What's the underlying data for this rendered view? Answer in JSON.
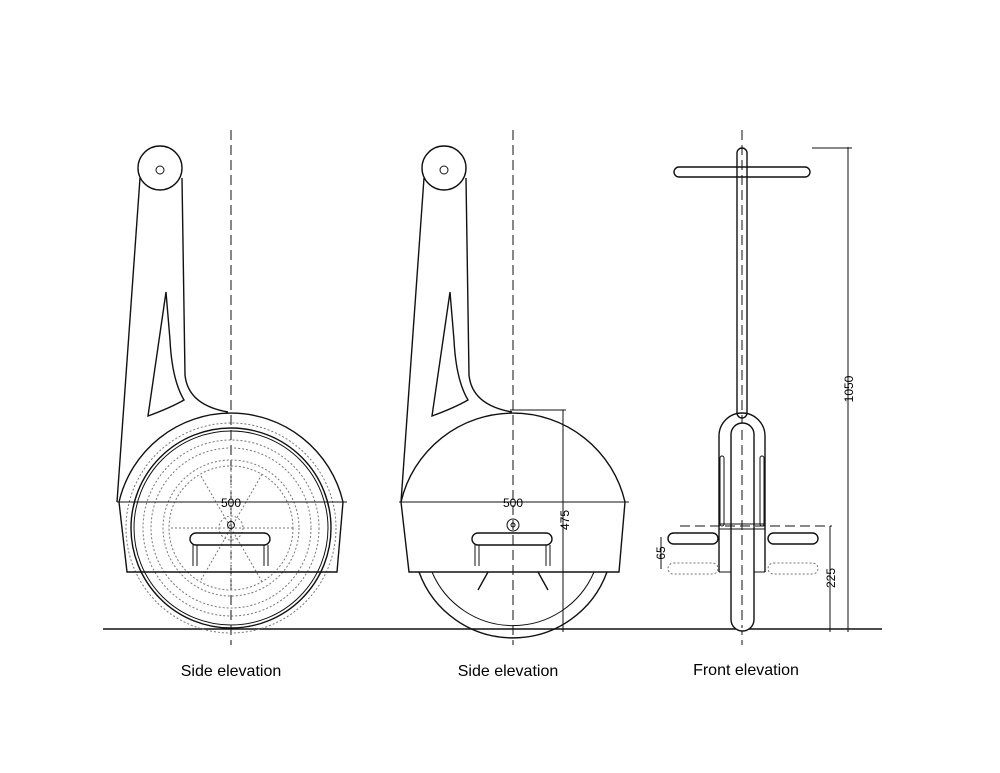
{
  "drawing": {
    "views": [
      {
        "label": "Side elevation",
        "dimension_width": "500"
      },
      {
        "label": "Side elevation",
        "dimension_width": "500",
        "dimension_height": "475"
      },
      {
        "label": "Front elevation",
        "dimension_total_height": "1050",
        "dimension_platform_height": "225",
        "dimension_platform_offset": "65"
      }
    ]
  }
}
